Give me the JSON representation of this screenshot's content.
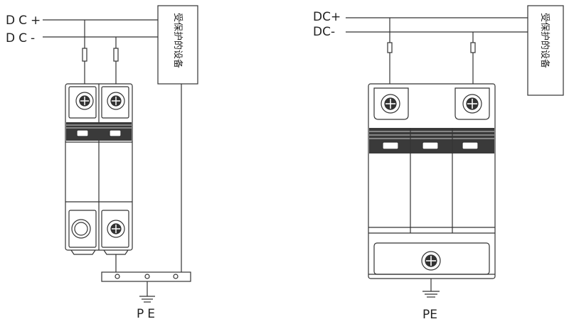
{
  "colors": {
    "line": "#333333",
    "module_fill": "#ffffff",
    "dark_band": "#3a3a3a"
  },
  "left_diagram": {
    "dc_pos_label": "DC+",
    "dc_neg_label": "DC-",
    "device_label": "受保护的设备",
    "ground_label": "PE"
  },
  "right_diagram": {
    "dc_pos_label": "DC+",
    "dc_neg_label": "DC-",
    "device_label": "受保护的设备",
    "ground_label": "PE"
  }
}
